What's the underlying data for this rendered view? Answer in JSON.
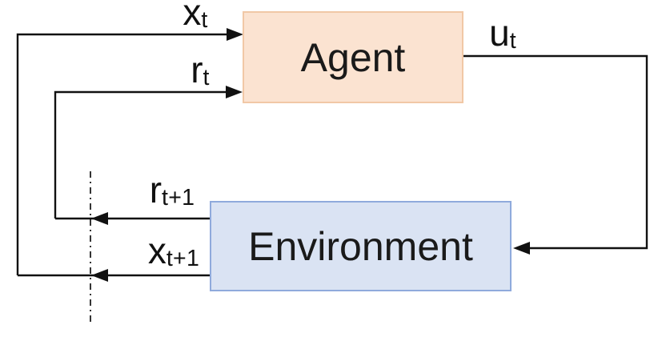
{
  "boxes": {
    "agent": {
      "label": "Agent",
      "fill": "#fbe3d1",
      "border": "#f1c8a6"
    },
    "environment": {
      "label": "Environment",
      "fill": "#dae3f3",
      "border": "#8faadc"
    }
  },
  "signals": {
    "state_current": {
      "main": "x",
      "sub": "t"
    },
    "reward_current": {
      "main": "r",
      "sub": "t"
    },
    "action": {
      "main": "u",
      "sub": "t"
    },
    "reward_next": {
      "main": "r",
      "sub": "t+1"
    },
    "state_next": {
      "main": "x",
      "sub": "t+1"
    }
  },
  "colors": {
    "line": "#111111",
    "background": "#ffffff"
  }
}
